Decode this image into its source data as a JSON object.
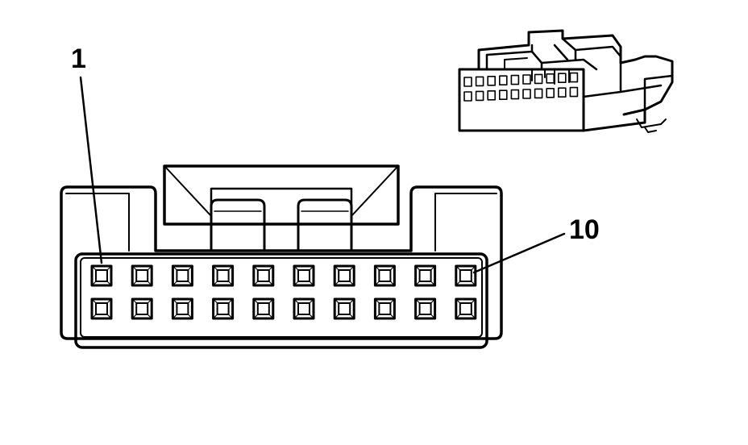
{
  "diagram": {
    "callouts": {
      "pin_first": "1",
      "pin_last": "10"
    },
    "connector": {
      "pins_per_row": 10,
      "rows": 2
    },
    "colors": {
      "line": "#000000",
      "background": "#ffffff"
    }
  }
}
